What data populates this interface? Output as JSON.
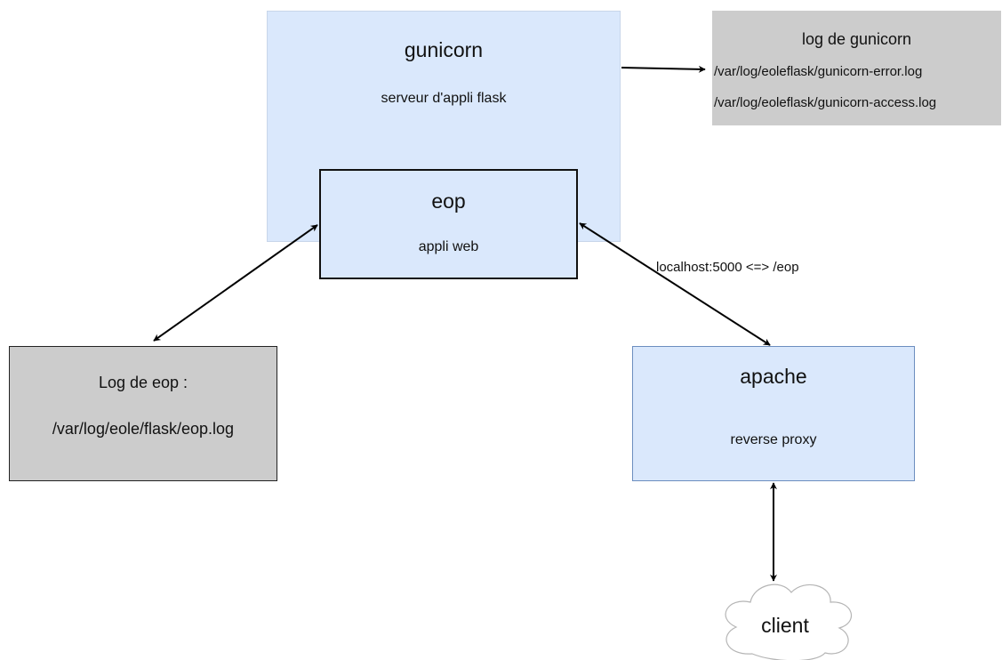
{
  "gunicorn": {
    "title": "gunicorn",
    "subtitle": "serveur d'appli flask"
  },
  "eop": {
    "title": "eop",
    "subtitle": "appli web"
  },
  "gunicorn_log": {
    "title": "log de gunicorn",
    "lines": [
      "/var/log/eoleflask/gunicorn-error.log",
      "/var/log/eoleflask/gunicorn-access.log"
    ]
  },
  "eop_log": {
    "title": "Log de eop :",
    "path": "/var/log/eole/flask/eop.log"
  },
  "apache": {
    "title": "apache",
    "subtitle": "reverse proxy"
  },
  "edge_label": "localhost:5000 <=> /eop",
  "client": {
    "label": "client"
  },
  "colors": {
    "blue_fill": "#dae8fc",
    "gray_fill": "#cccccc",
    "stroke": "#000000"
  }
}
